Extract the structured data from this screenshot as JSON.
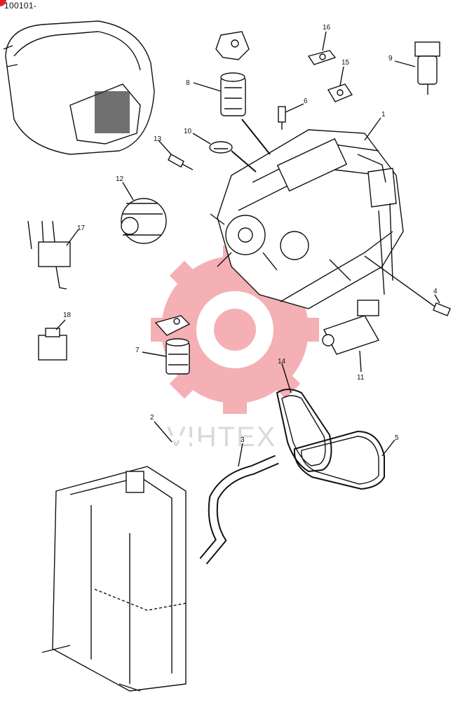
{
  "header": {
    "serial_text": "100101-",
    "brand_color": "#e0202a"
  },
  "watermark": {
    "text": "VIHTEX",
    "color": "#f4b5b8"
  },
  "callouts": [
    {
      "id": "1",
      "label": "1"
    },
    {
      "id": "2",
      "label": "2"
    },
    {
      "id": "3",
      "label": "3"
    },
    {
      "id": "4",
      "label": "4"
    },
    {
      "id": "5",
      "label": "5"
    },
    {
      "id": "6",
      "label": "6"
    },
    {
      "id": "7",
      "label": "7"
    },
    {
      "id": "8",
      "label": "8"
    },
    {
      "id": "9",
      "label": "9"
    },
    {
      "id": "10",
      "label": "10"
    },
    {
      "id": "11",
      "label": "11"
    },
    {
      "id": "12",
      "label": "12"
    },
    {
      "id": "13",
      "label": "13"
    },
    {
      "id": "14",
      "label": "14"
    },
    {
      "id": "15",
      "label": "15"
    },
    {
      "id": "16",
      "label": "16"
    },
    {
      "id": "17",
      "label": "17"
    },
    {
      "id": "18",
      "label": "18"
    }
  ]
}
